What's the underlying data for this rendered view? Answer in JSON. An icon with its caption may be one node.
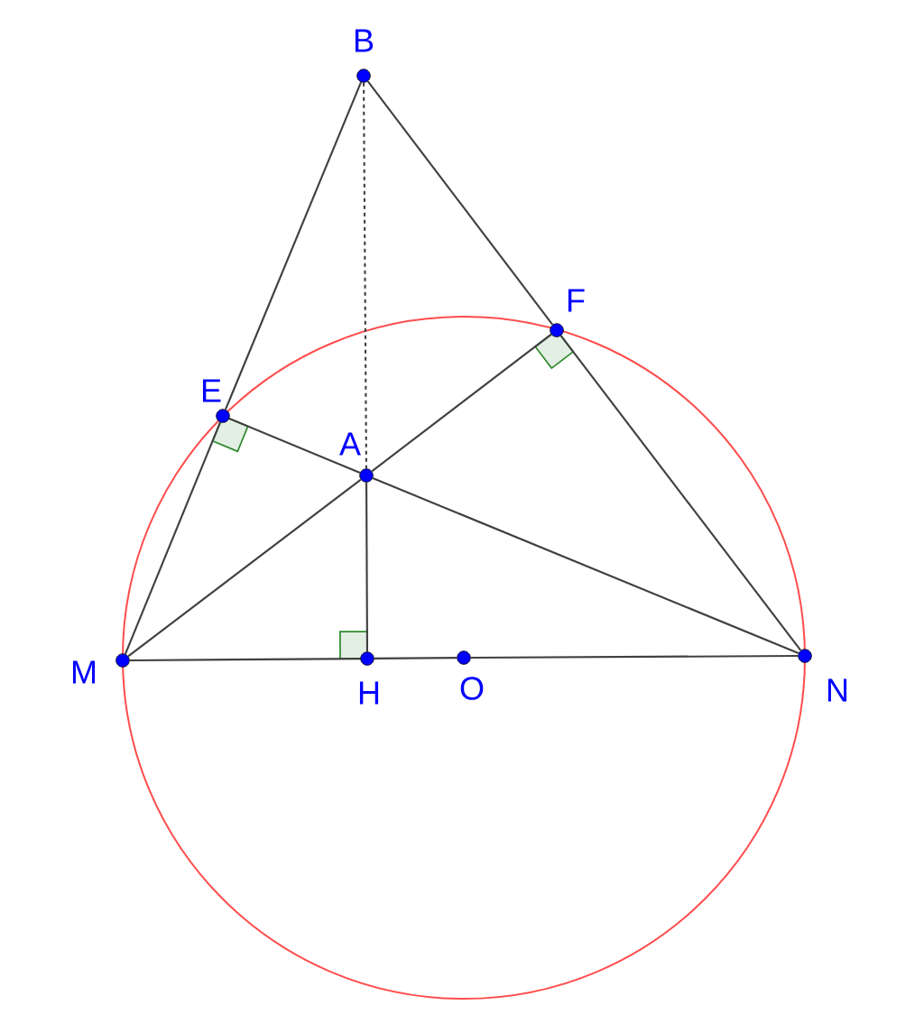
{
  "diagram": {
    "nodes": [
      {
        "text": [
          "B"
        ]
      },
      {
        "text": [
          "F"
        ]
      },
      {
        "text": [
          "E"
        ]
      },
      {
        "text": [
          "A"
        ]
      },
      {
        "text": [
          "M"
        ]
      },
      {
        "text": [
          "H"
        ]
      },
      {
        "text": [
          "O"
        ]
      },
      {
        "text": [
          "N"
        ]
      }
    ],
    "edges": [
      {
        "from": 4,
        "to": 2,
        "arrow": "none"
      },
      {
        "from": 2,
        "to": 0,
        "arrow": "none"
      },
      {
        "from": 0,
        "to": 1,
        "arrow": "none"
      },
      {
        "from": 1,
        "to": 7,
        "arrow": "none"
      },
      {
        "from": 4,
        "to": 5,
        "arrow": "none"
      },
      {
        "from": 5,
        "to": 6,
        "arrow": "none"
      },
      {
        "from": 6,
        "to": 7,
        "arrow": "none"
      },
      {
        "from": 4,
        "to": 3,
        "arrow": "none"
      },
      {
        "from": 3,
        "to": 1,
        "arrow": "none"
      },
      {
        "from": 2,
        "to": 3,
        "arrow": "none"
      },
      {
        "from": 3,
        "to": 7,
        "arrow": "none"
      },
      {
        "from": 3,
        "to": 5,
        "arrow": "none"
      },
      {
        "from": 0,
        "to": 3,
        "arrow": "none",
        "style": "dashed"
      }
    ]
  }
}
